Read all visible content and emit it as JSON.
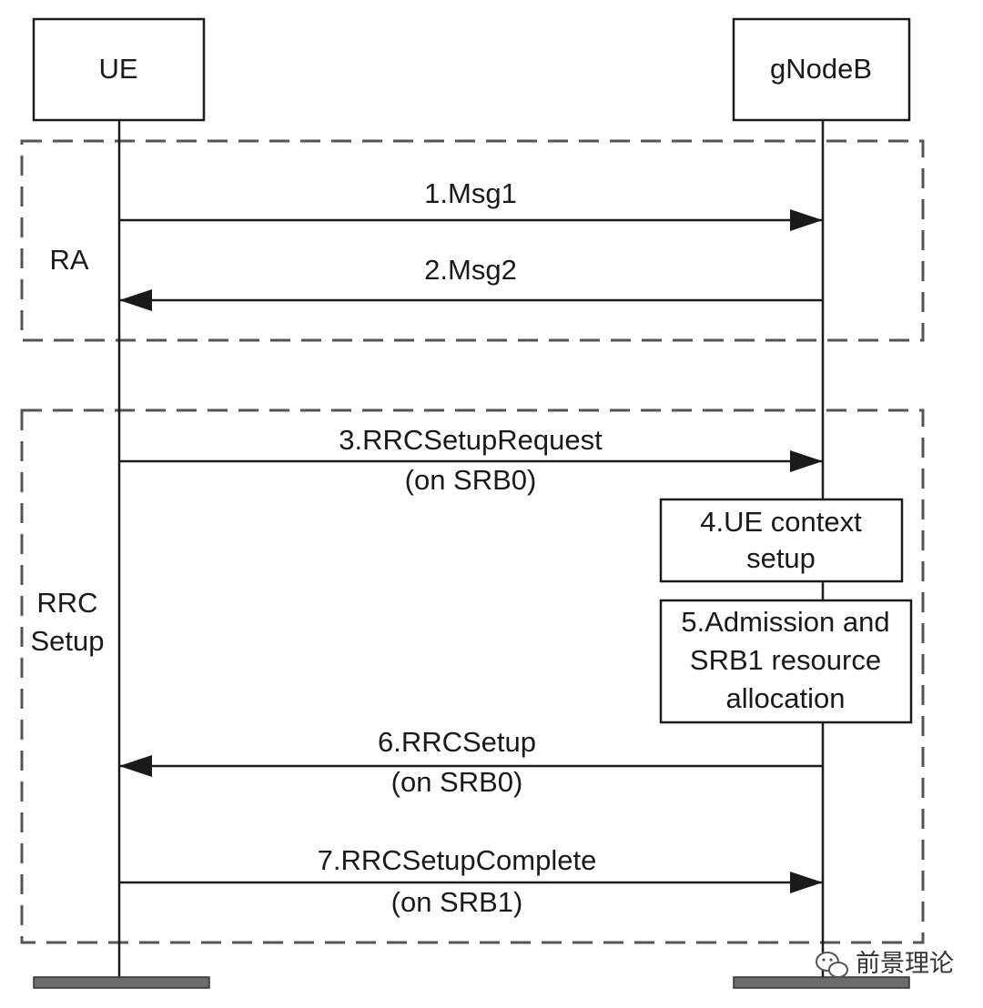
{
  "participants": {
    "ue": "UE",
    "gnodeb": "gNodeB"
  },
  "groups": {
    "ra": "RA",
    "rrc_line1": "RRC",
    "rrc_line2": "Setup"
  },
  "messages": {
    "msg1": "1.Msg1",
    "msg2": "2.Msg2",
    "msg3": "3.RRCSetupRequest",
    "msg3_sub": "(on SRB0)",
    "msg6": "6.RRCSetup",
    "msg6_sub": "(on SRB0)",
    "msg7": "7.RRCSetupComplete",
    "msg7_sub": "(on SRB1)"
  },
  "steps": {
    "step4_line1": "4.UE context",
    "step4_line2": "setup",
    "step5_line1": "5.Admission and",
    "step5_line2": "SRB1 resource",
    "step5_line3": "allocation"
  },
  "watermark": "前景理论",
  "colors": {
    "line": "#1a1a1a",
    "dash": "#555555",
    "lifeline_end": "#6b6b6b"
  }
}
